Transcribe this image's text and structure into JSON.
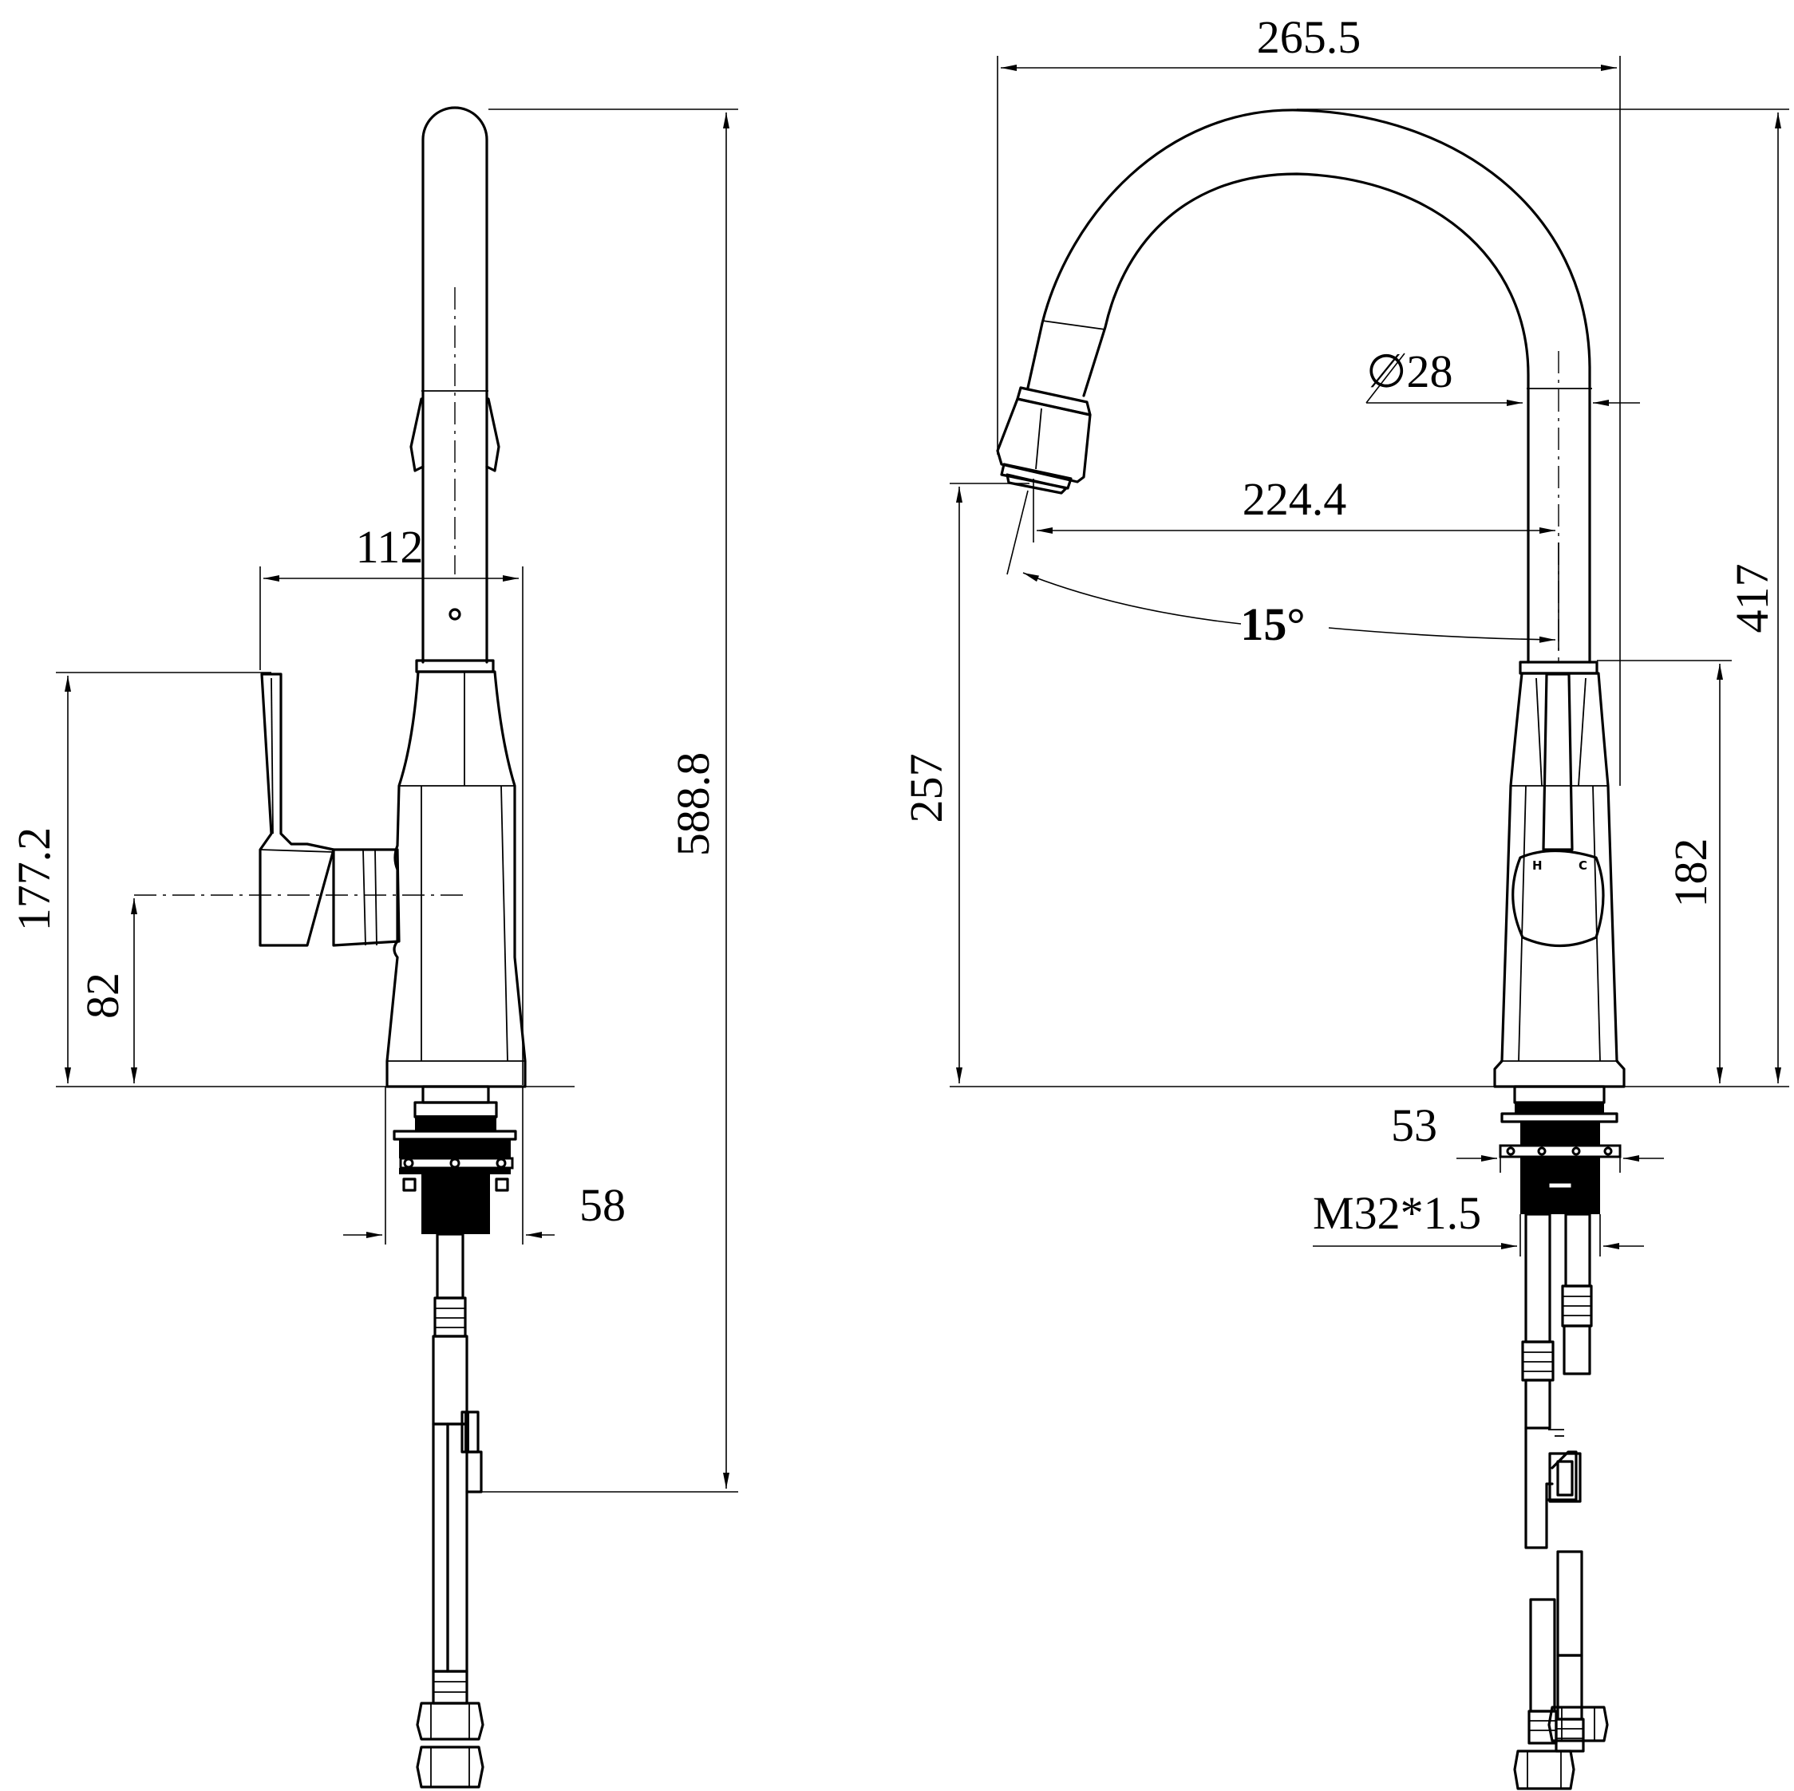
{
  "dimensions": {
    "side_width_112": "112",
    "handle_height": "177.2",
    "lever_height": "82",
    "total_height": "588.8",
    "base_width_58": "58",
    "spout_span": "265.5",
    "tube_diameter": "∅28",
    "spout_reach": "224.4",
    "spray_angle": "15°",
    "spout_outlet_height": "257",
    "front_total_height": "417",
    "body_height": "182",
    "base_width_53": "53",
    "thread_spec": "M32*1.5"
  },
  "markings": {
    "hot": "H",
    "cold": "C"
  }
}
